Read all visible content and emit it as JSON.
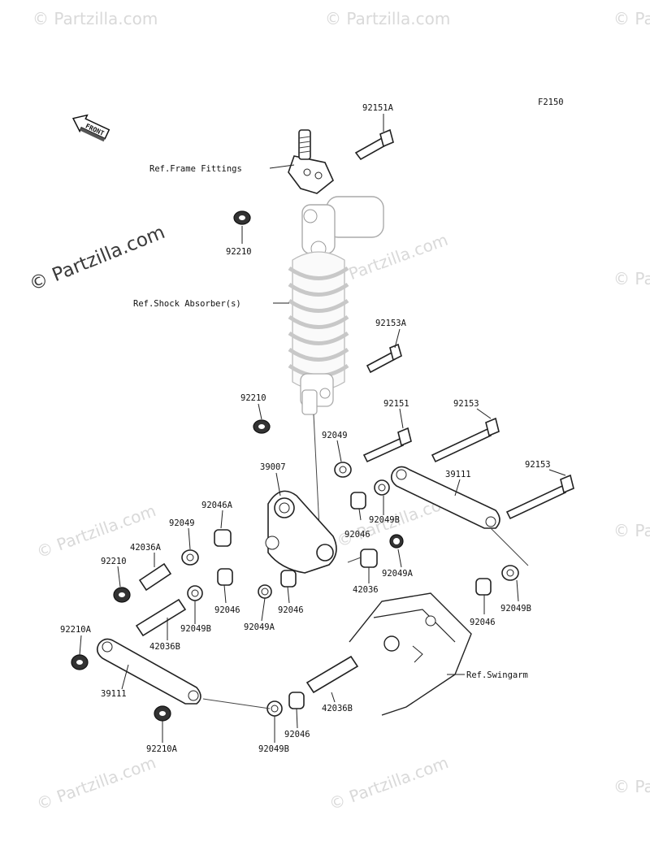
{
  "figure_code": "F2150",
  "direction_tag": "FRONT",
  "watermark": {
    "large": "© Partzilla.com",
    "small": "© Partzilla.com"
  },
  "references": {
    "frame_fittings": "Ref.Frame Fittings",
    "shock_absorber": "Ref.Shock Absorber(s)",
    "swingarm": "Ref.Swingarm"
  },
  "callouts": {
    "c92151A": "92151A",
    "c92210_top": "92210",
    "c92153A": "92153A",
    "c92210_mid": "92210",
    "c92151": "92151",
    "c92153_a": "92153",
    "c92153_b": "92153",
    "c92049_top": "92049",
    "c39007": "39007",
    "c39111_right": "39111",
    "c92046A": "92046A",
    "c92049_left": "92049",
    "c42036A": "42036A",
    "c92210_left": "92210",
    "c92049B_mid": "92049B",
    "c92046_mid": "92046",
    "c92049A_right": "92049A",
    "c42036": "42036",
    "c92046_l1": "92046",
    "c92046_l2": "92046",
    "c92049B_l": "92049B",
    "c92049A_l": "92049A",
    "c42036B_l": "42036B",
    "c92046_r": "92046",
    "c92049B_r": "92049B",
    "c92210A_l": "92210A",
    "c39111_left": "39111",
    "c42036B_b": "42036B",
    "c92046_b": "92046",
    "c92049B_b": "92049B",
    "c92210A_b": "92210A"
  }
}
